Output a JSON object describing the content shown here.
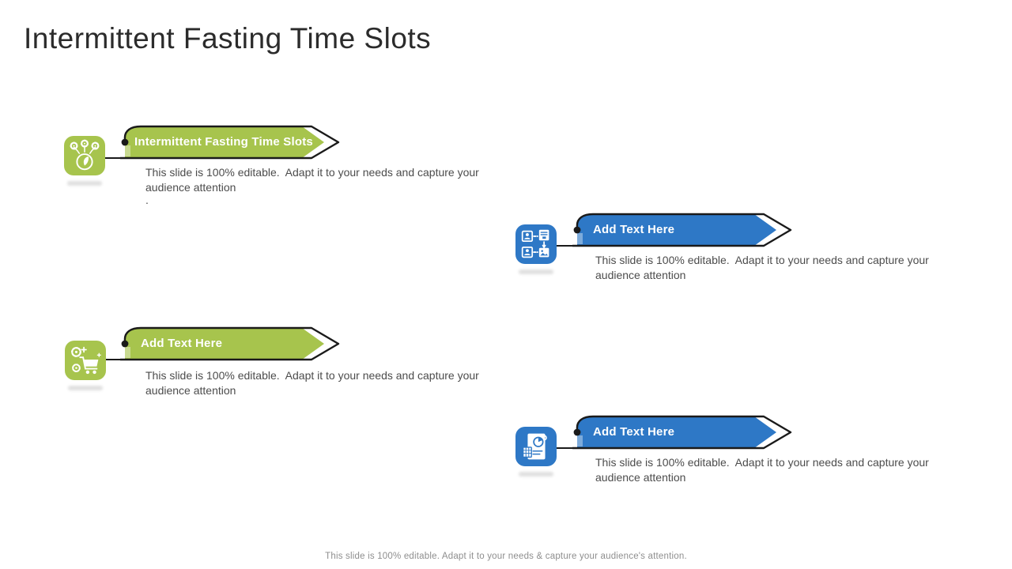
{
  "slide": {
    "title": "Intermittent Fasting Time Slots",
    "footer": "This slide is 100% editable. Adapt it to your needs & capture your audience's attention.",
    "colors": {
      "green": "#a7c44d",
      "blue": "#2e78c6",
      "outline": "#1a1a1a",
      "title": "#2b2b2b",
      "body": "#4c4c4c",
      "footer": "#8e8e8e",
      "label": "#ffffff"
    },
    "callouts": [
      {
        "color": "green",
        "icon": "lab-flask-gears-icon",
        "label": "Intermittent Fasting Time Slots",
        "body": "This slide is 100% editable.  Adapt it to your needs and capture your audience attention",
        "body_suffix": "."
      },
      {
        "color": "blue",
        "icon": "process-flow-icon",
        "label": "Add Text Here",
        "body": "This slide is 100% editable.  Adapt it to your needs and capture your audience attention"
      },
      {
        "color": "green",
        "icon": "cart-gears-icon",
        "label": "Add Text Here",
        "body": "This slide is 100% editable.  Adapt it to your needs and capture your audience attention"
      },
      {
        "color": "blue",
        "icon": "report-chart-icon",
        "label": "Add Text Here",
        "body": "This slide is 100% editable.  Adapt it to your needs and capture your audience attention"
      }
    ]
  }
}
